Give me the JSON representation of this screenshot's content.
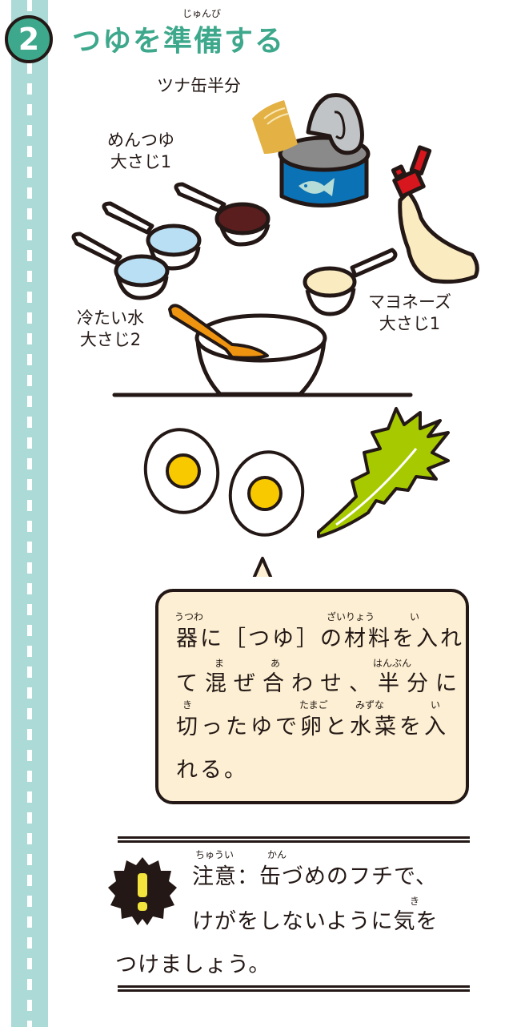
{
  "step": {
    "number": "2",
    "title": "つゆを準備する",
    "title_ruby": "じゅんび"
  },
  "colors": {
    "accent_green": "#3ea88c",
    "stripe": "#acdad7",
    "bubble_bg": "#fcefd3",
    "ink": "#231815",
    "can_blue": "#0b72b5",
    "tuna_yellow": "#e3b144",
    "mayo_cream": "#faecc0",
    "cap_red": "#d7161e",
    "water_blue": "#b8dff4",
    "mentsuyu_brown": "#5a1e1e",
    "spoon_orange": "#ef9410",
    "yolk": "#f9c900",
    "mizuna_green": "#a6c900",
    "warning_yellow": "#f2e43d"
  },
  "ingredients": [
    {
      "id": "tuna",
      "lines": [
        "ツナ缶半分"
      ]
    },
    {
      "id": "mentsuyu",
      "lines": [
        "めんつゆ",
        "大さじ1"
      ]
    },
    {
      "id": "water",
      "lines": [
        "冷たい水",
        "大さじ2"
      ]
    },
    {
      "id": "mayo",
      "lines": [
        "マヨネーズ",
        "大さじ1"
      ]
    }
  ],
  "illustrations": {
    "tuna_can": "tuna-can-icon",
    "mayo_bottle": "mayonnaise-bottle-icon",
    "spoons": "measuring-spoon-icon",
    "bowl": "mixing-bowl-icon",
    "eggs": "boiled-egg-icon",
    "mizuna": "mizuna-leaf-icon"
  },
  "instruction": {
    "lines": [
      "器に［つゆ］の材料を入れ",
      "て混ぜ合わせ、半分に",
      "切ったゆで卵と水菜を入",
      "れる。"
    ],
    "ruby": [
      {
        "text": "うつわ",
        "line": 0
      },
      {
        "text": "ざいりょう",
        "line": 0
      },
      {
        "text": "い",
        "line": 0
      },
      {
        "text": "ま",
        "line": 1
      },
      {
        "text": "あ",
        "line": 1
      },
      {
        "text": "はんぶん",
        "line": 1
      },
      {
        "text": "き",
        "line": 2
      },
      {
        "text": "たまご",
        "line": 2
      },
      {
        "text": "みずな",
        "line": 2
      },
      {
        "text": "い",
        "line": 2
      }
    ]
  },
  "caution": {
    "icon": "exclamation-icon",
    "lines": [
      "注意：缶づめのフチで、",
      "けがをしないように気を",
      "つけましょう。"
    ],
    "ruby": [
      {
        "text": "ちゅうい"
      },
      {
        "text": "かん"
      },
      {
        "text": "き"
      }
    ]
  }
}
